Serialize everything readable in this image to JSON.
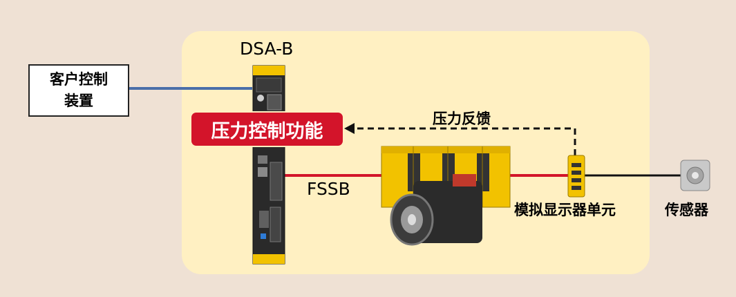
{
  "diagram": {
    "controller_title": "DSA-B",
    "customer_device": {
      "line1": "客户控制",
      "line2": "装置"
    },
    "pressure_function": "压力控制功能",
    "pressure_feedback": "压力反馈",
    "fssb": "FSSB",
    "analog_display_unit": "模拟显示器单元",
    "sensor": "传感器"
  },
  "colors": {
    "background": "#efe1d4",
    "panel": "#fff0c2",
    "function_box": "#d3142a",
    "fssb_line": "#d3142a",
    "customer_line": "#4a6ea9",
    "sensor_line": "#111111",
    "device_yellow": "#f2c200"
  }
}
